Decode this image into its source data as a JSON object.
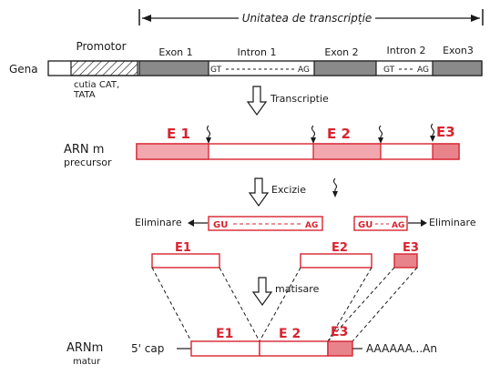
{
  "labels": {
    "transcription_unit": "Unitatea de transcripție",
    "promotor": "Promotor",
    "exon1": "Exon 1",
    "intron1": "Intron 1",
    "exon2": "Exon 2",
    "intron2": "Intron 2",
    "exon3": "Exon3",
    "gena": "Gena",
    "promoter_boxes_line1": "cutia CAT,",
    "promoter_boxes_line2": "TATA",
    "gt1": "GT",
    "ag1": "AG",
    "gt2": "GT",
    "ag2": "AG",
    "transcriptie": "Transcriptie",
    "arnm_precursor_line1": "ARN m",
    "arnm_precursor_line2": "precursor",
    "pre_e1": "E 1",
    "pre_e2": "E 2",
    "pre_e3": "E3",
    "excizie": "Excizie",
    "eliminare_left": "Eliminare",
    "gu1": "GU",
    "ag3": "AG",
    "gu2": "GU",
    "ag4": "AG",
    "eliminare_right": "Eliminare",
    "frag_e1": "E1",
    "frag_e2": "E2",
    "frag_e3": "E3",
    "matisare": "matisare",
    "arnm_matur_line1": "ARNm",
    "arnm_matur_line2": "matur",
    "cap": "5' cap",
    "mat_e1": "E1",
    "mat_e2": "E 2",
    "mat_e3": "E3",
    "poly_a": "AAAAAA...An"
  },
  "colors": {
    "ink": "#1a1a1a",
    "red": "#d8232f",
    "exon_gray": "#8a8a8a",
    "exon_pink": "#f2a6ad"
  }
}
